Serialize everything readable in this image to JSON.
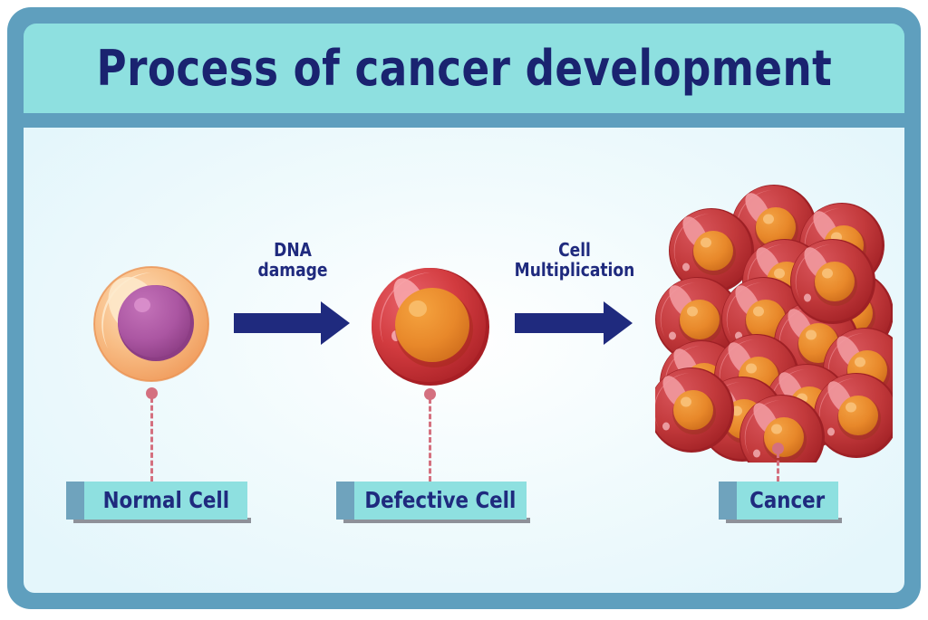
{
  "header": {
    "title": "Process of cancer development"
  },
  "theme": {
    "frame_border": "#5f9fbe",
    "header_band": "#8ee0e0",
    "body_background": "#eaf8fc",
    "title_color": "#1a2370",
    "arrow_color": "#1f2a7e",
    "label_plate": "#8ee0e0",
    "label_tab": "#6fa3bd",
    "label_shadow": "#8e9199",
    "connector": "#d4707f",
    "normal_cell_membrane": "#f5a96a",
    "normal_cell_membrane_light": "#fbd5ab",
    "normal_cell_nucleus": "#b05ca8",
    "normal_cell_nucleus_shade": "#8e3f86",
    "cancer_cell_body": "#c0272d",
    "cancer_cell_highlight": "#e0646a",
    "cancer_cell_nucleus": "#e8882a"
  },
  "diagram": {
    "stages": [
      {
        "id": "normal-cell",
        "label": "Normal Cell",
        "cell_type": "normal",
        "nucleus_color": "#b05ca8",
        "membrane_color": "#f5a96a"
      },
      {
        "id": "defective-cell",
        "label": "Defective Cell",
        "cell_type": "defective",
        "nucleus_color": "#e8882a",
        "membrane_color": "#c0272d"
      },
      {
        "id": "cancer",
        "label": "Cancer",
        "cell_type": "tumor-cluster",
        "cell_count": 17,
        "nucleus_color": "#e8882a",
        "membrane_color": "#c0272d"
      }
    ],
    "transitions": [
      {
        "id": "dna-damage",
        "label": "DNA\ndamage",
        "from": "normal-cell",
        "to": "defective-cell"
      },
      {
        "id": "cell-multiplication",
        "label": "Cell\nMultiplication",
        "from": "defective-cell",
        "to": "cancer"
      }
    ]
  }
}
